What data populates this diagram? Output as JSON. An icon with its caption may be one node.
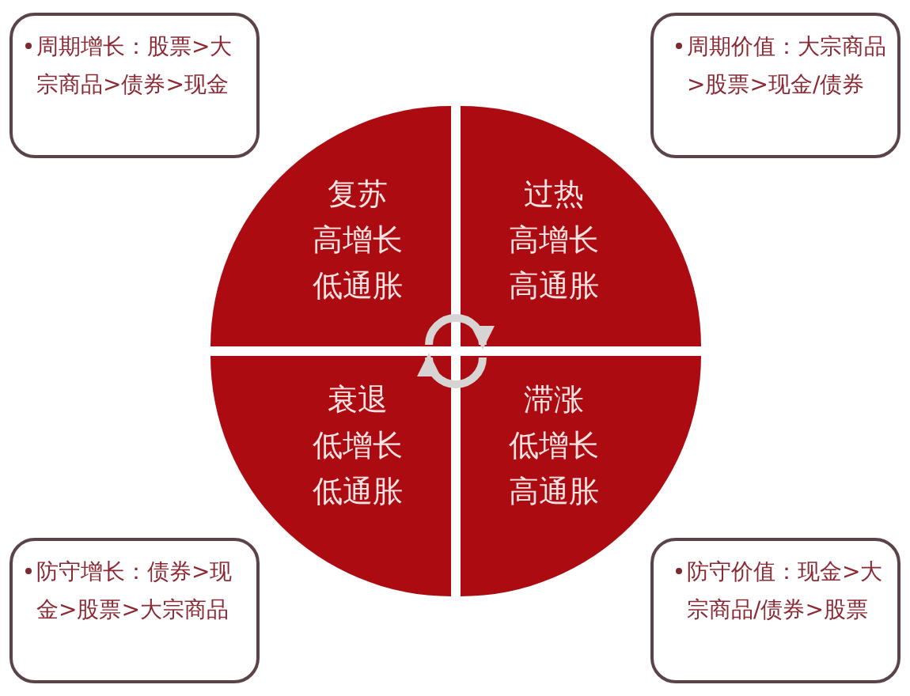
{
  "diagram": {
    "nodes": [
      {
        "text": [
          "周期增长：股票>大宗商品>债券>现金"
        ]
      },
      {
        "text": [
          "周期价值：大宗商品>股票>现金/债券"
        ]
      },
      {
        "text": [
          "复苏",
          "高增长",
          "低通胀"
        ]
      },
      {
        "text": [
          "过热",
          "高增长",
          "高通胀"
        ]
      },
      {
        "text": [
          "衰退",
          "低增长",
          "低通胀"
        ]
      },
      {
        "text": [
          "滞涨",
          "低增长",
          "高通胀"
        ]
      },
      {
        "text": [
          "防守增长：债券>现金>股票>大宗商品"
        ]
      },
      {
        "text": [
          "防守价值：现金>大宗商品/债券>股票"
        ]
      }
    ],
    "edges": [
      {
        "from": 2,
        "to": 3,
        "arrow": "to"
      },
      {
        "from": 5,
        "to": 4,
        "arrow": "to"
      }
    ]
  }
}
